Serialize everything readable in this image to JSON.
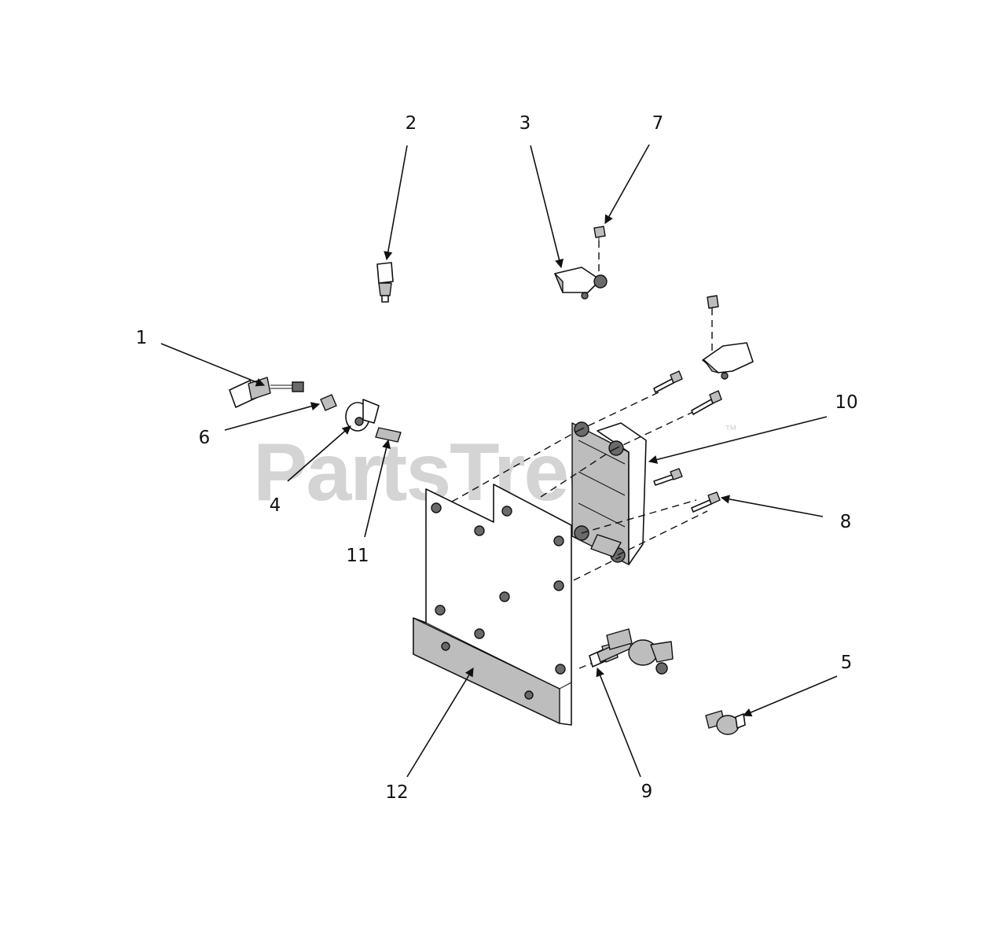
{
  "watermark": {
    "text": "PartsTree",
    "trademark": "™"
  },
  "callouts": [
    {
      "id": "1",
      "label": "1"
    },
    {
      "id": "2",
      "label": "2"
    },
    {
      "id": "3",
      "label": "3"
    },
    {
      "id": "4",
      "label": "4"
    },
    {
      "id": "5",
      "label": "5"
    },
    {
      "id": "6",
      "label": "6"
    },
    {
      "id": "7",
      "label": "7"
    },
    {
      "id": "8",
      "label": "8"
    },
    {
      "id": "9",
      "label": "9"
    },
    {
      "id": "10",
      "label": "10"
    },
    {
      "id": "11",
      "label": "11"
    },
    {
      "id": "12",
      "label": "12"
    }
  ]
}
